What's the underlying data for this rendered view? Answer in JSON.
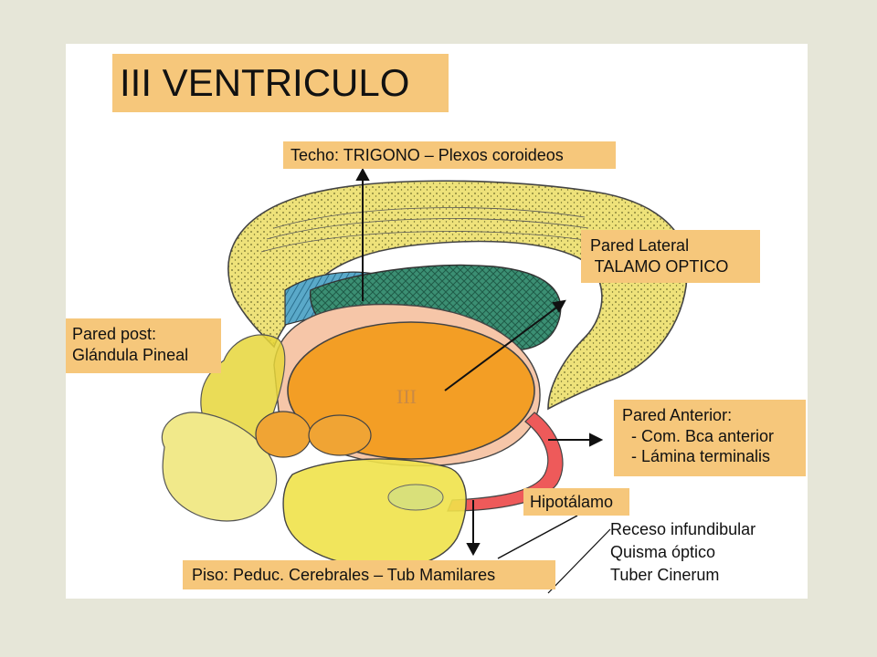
{
  "title": "III VENTRICULO",
  "center_label": "III",
  "labels": {
    "techo": "Techo: TRIGONO – Plexos coroideos",
    "lateral": [
      "Pared Lateral",
      " TALAMO OPTICO"
    ],
    "post": [
      "Pared post:",
      "Glándula Pineal"
    ],
    "anterior": [
      "Pared Anterior:",
      "  - Com. Bca anterior",
      "  - Lámina terminalis"
    ],
    "hipotalamo": "Hipotálamo",
    "piso": "Piso: Peduc. Cerebrales – Tub Mamilares",
    "inferior": [
      "Receso infundibular",
      "Quisma óptico",
      "Tuber Cinerum"
    ]
  },
  "colors": {
    "background": "#e6e6d8",
    "label_fill": "#f6c77b",
    "trigono_yellow": "#eee27a",
    "talamo_green": "#3b8f73",
    "ventricle_orange": "#f29a1a",
    "midbrain_yellow": "#efe24a",
    "lamina_red": "#ee5a5a"
  }
}
